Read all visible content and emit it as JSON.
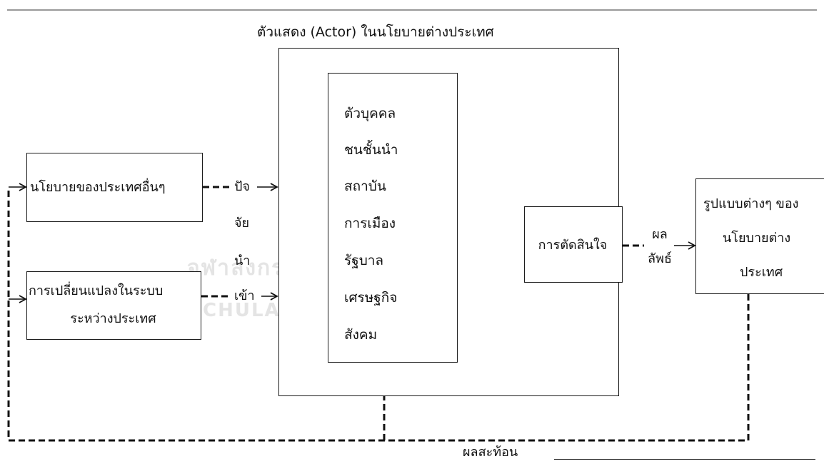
{
  "diagram": {
    "title": "ตัวแสดง (Actor) ในนโยบายต่างประเทศ",
    "inputs": {
      "other_policy": "นโยบายของประเทศอื่นๆ",
      "intl_change_line1": "การเปลี่ยนแปลงในระบบ",
      "intl_change_line2": "ระหว่างประเทศ"
    },
    "input_factor_label": [
      "ปัจ",
      "จัย",
      "นำ",
      "เข้า"
    ],
    "actors": [
      "ตัวบุคคล",
      "ชนชั้นนำ",
      "สถาบัน",
      "การเมือง",
      "รัฐบาล",
      "เศรษฐกิจ",
      "สังคม"
    ],
    "decision": "การตัดสินใจ",
    "outcome_label": [
      "ผล",
      "ลัพธ์"
    ],
    "outputs": {
      "line1": "รูปแบบต่างๆ ของ",
      "line2": "นโยบายต่าง",
      "line3": "ประเทศ"
    },
    "feedback": "ผลสะท้อน",
    "watermark": {
      "thai": "จุฬาลงกรณ์มหาวิทยาลัย",
      "english": "CHULALONGKORN UNIVERSITY"
    }
  }
}
